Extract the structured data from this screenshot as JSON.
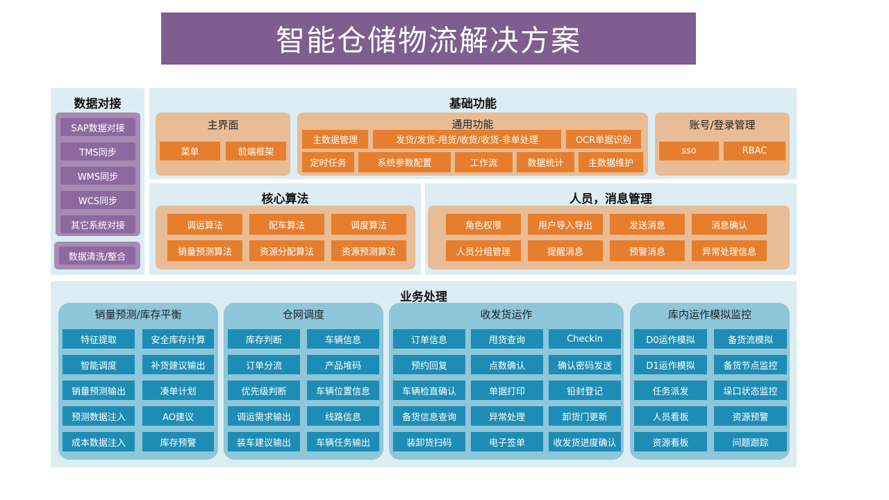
{
  "title": "智能仓储物流解决方案",
  "data_integration": {
    "title": "数据对接",
    "items": [
      "SAP数据对接",
      "TMS同步",
      "WMS同步",
      "WCS同步",
      "其它系统对接"
    ],
    "extra": "数据清洗/整合"
  },
  "basic": {
    "title": "基础功能",
    "main_ui": {
      "title": "主界面",
      "items": [
        "菜单",
        "前端框架"
      ]
    },
    "common": {
      "title": "通用功能",
      "row1": [
        "主数据管理",
        "发货/发货-甩货/收货/收货-非单处理",
        "OCR单据识别"
      ],
      "row2": [
        "定时任务",
        "系统参数配置",
        "工作流",
        "数据统计",
        "主数据维护"
      ]
    },
    "account": {
      "title": "账号/登录管理",
      "items": [
        "sso",
        "RBAC"
      ]
    }
  },
  "algo": {
    "title": "核心算法",
    "items": [
      "调运算法",
      "配车算法",
      "调度算法",
      "销量预测算法",
      "资源分配算法",
      "资源预测算法"
    ]
  },
  "people": {
    "title": "人员，消息管理",
    "items": [
      "角色权限",
      "用户导入导出",
      "发送消息",
      "消息确认",
      "人员分组管理",
      "提醒消息",
      "预警消息",
      "异常处理信息"
    ]
  },
  "business": {
    "title": "业务处理",
    "groups": [
      {
        "title": "销量预测/库存平衡",
        "items": [
          "特征提取",
          "安全库存计算",
          "智能调度",
          "补货建议输出",
          "销量预测输出",
          "凑单计划",
          "预测数据注入",
          "AO建议",
          "成本数据注入",
          "库存预警"
        ]
      },
      {
        "title": "仓网调度",
        "items": [
          "库存判断",
          "车辆信息",
          "订单分流",
          "产品堆码",
          "优先级判断",
          "车辆位置信息",
          "调运需求输出",
          "线路信息",
          "装车建议输出",
          "车辆任务输出"
        ]
      },
      {
        "title": "收发货运作",
        "items": [
          "订单信息",
          "甩货查询",
          "Checkin",
          "预约回复",
          "点数确认",
          "确认密码发送",
          "车辆检直确认",
          "单据打印",
          "铅封登记",
          "备货信息查询",
          "异常处理",
          "卸货门更新",
          "装卸货扫码",
          "电子签单",
          "收发货进度确认"
        ]
      },
      {
        "title": "库内运作模拟监控",
        "items": [
          "D0运作模拟",
          "备货流模拟",
          "D1运作模拟",
          "备货节点监控",
          "任务派发",
          "垛口状态监控",
          "人员看板",
          "资源预警",
          "资源看板",
          "问题跟踪"
        ]
      }
    ]
  }
}
